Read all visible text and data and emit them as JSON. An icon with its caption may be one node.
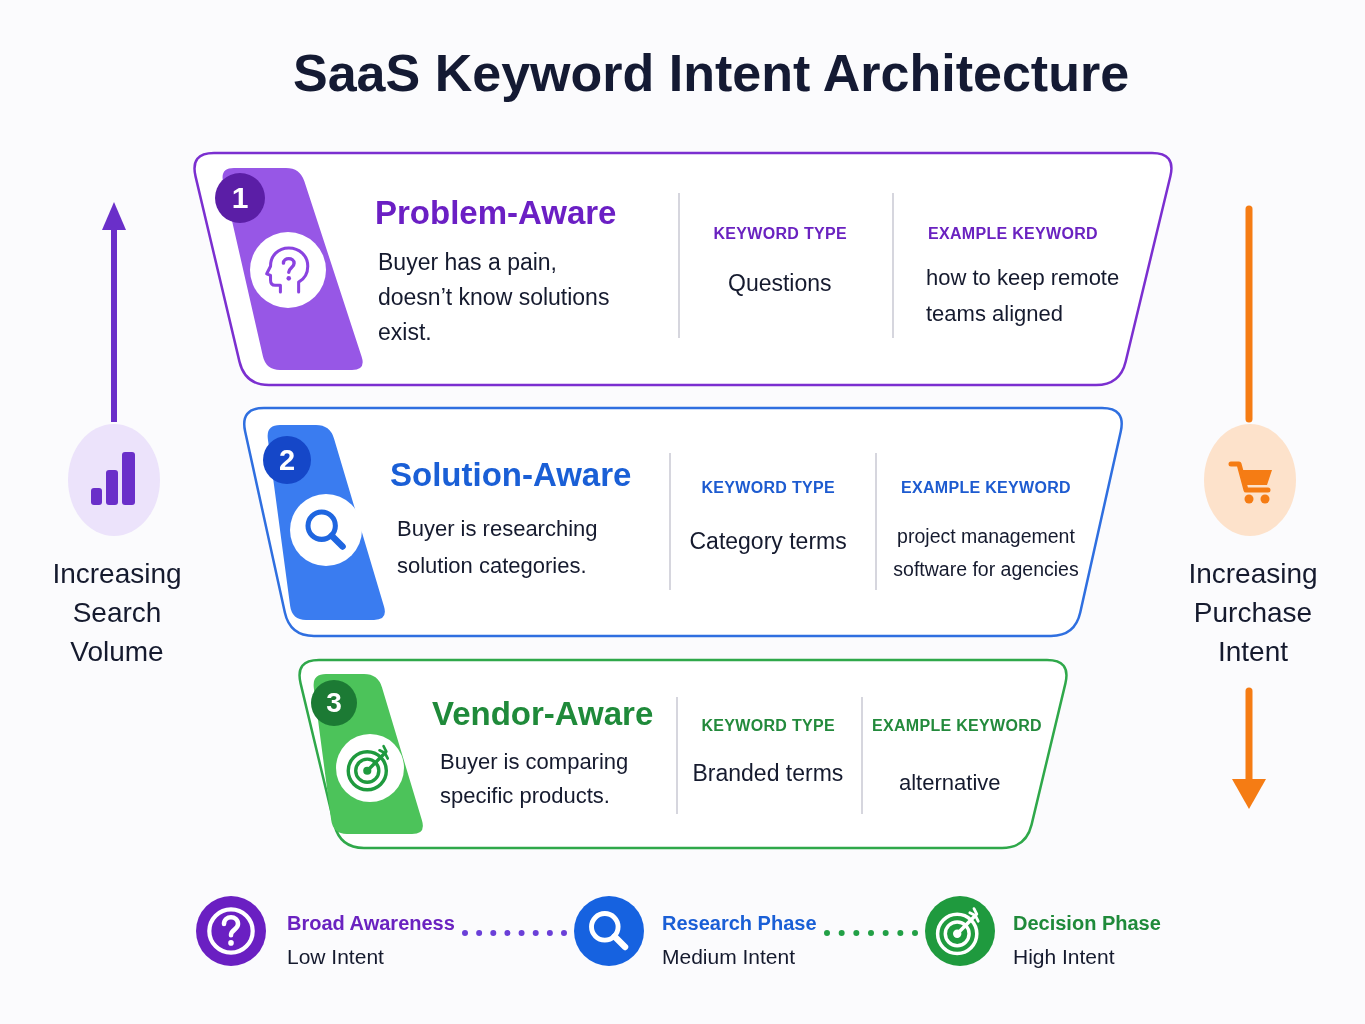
{
  "diagram": {
    "title": "SaaS Keyword Intent Architecture",
    "nodes": [
      {
        "text": [
          "Problem-Aware",
          "Buyer has a pain, doesn’t know solutions exist.",
          "KEYWORD TYPE",
          "Questions",
          "EXAMPLE KEYWORD",
          "how to keep remote teams aligned"
        ]
      },
      {
        "text": [
          "1"
        ],
        "in": 0
      },
      {
        "text": [
          "Solution-Aware",
          "Buyer is researching solution categories.",
          "KEYWORD TYPE",
          "Category terms",
          "EXAMPLE KEYWORD",
          "project management software for agencies"
        ]
      },
      {
        "text": [
          "2"
        ],
        "in": 2
      },
      {
        "text": [
          "Vendor-Aware",
          "Buyer is comparing specific products.",
          "KEYWORD TYPE",
          "Branded terms",
          "EXAMPLE KEYWORD",
          "alternative"
        ]
      },
      {
        "text": [
          "3"
        ],
        "in": 4
      },
      {
        "text": [
          "Broad Awareness",
          "Low Intent"
        ]
      },
      {
        "text": [
          "Research Phase",
          "Medium Intent"
        ]
      },
      {
        "text": [
          "Decision Phase",
          "High Intent"
        ]
      }
    ],
    "edges": [
      {
        "from": 6,
        "to": 7,
        "arrow": "none",
        "style": "dashed",
        "color": "#6a3fd8"
      },
      {
        "from": 7,
        "to": 8,
        "arrow": "none",
        "style": "dashed",
        "color": "#22a046"
      }
    ],
    "labels": [
      "Increasing Search Volume",
      "Increasing Purchase Intent"
    ]
  }
}
